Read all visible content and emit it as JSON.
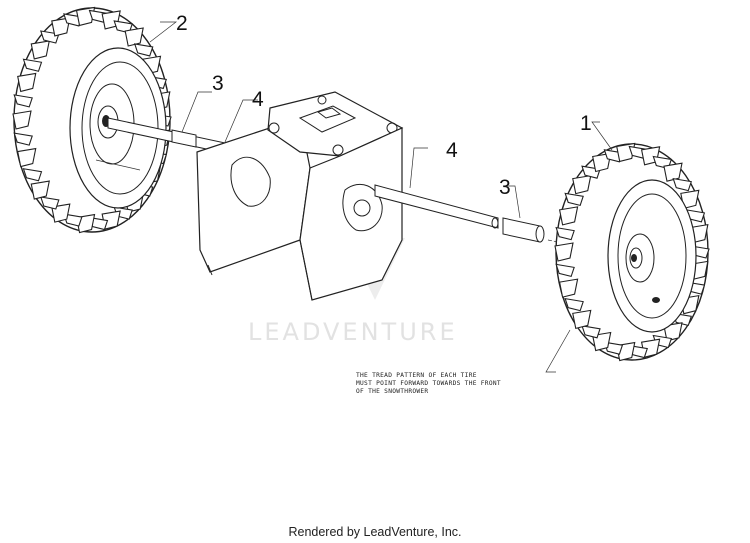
{
  "callouts": [
    {
      "id": "tire-left",
      "label": "2"
    },
    {
      "id": "spacer-left",
      "label": "3"
    },
    {
      "id": "axle-left",
      "label": "4"
    },
    {
      "id": "axle-right",
      "label": "4"
    },
    {
      "id": "spacer-right",
      "label": "3"
    },
    {
      "id": "tire-right",
      "label": "1"
    }
  ],
  "note": {
    "line1": "THE TREAD PATTERN OF EACH TIRE",
    "line2": "MUST POINT FORWARD TOWARDS THE FRONT",
    "line3": "OF THE SNOWTHROWER"
  },
  "watermark": "LEADVENTURE",
  "footer": "Rendered by LeadVenture, Inc."
}
